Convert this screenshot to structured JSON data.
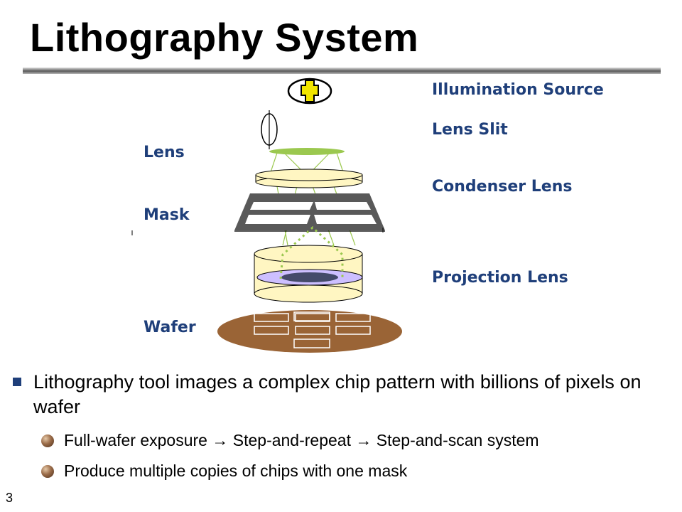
{
  "slide": {
    "title": "Lithography System",
    "page_number": "3"
  },
  "diagram": {
    "labels_right": {
      "illumination": "Illumination Source",
      "slit": "Lens Slit",
      "condenser": "Condenser Lens",
      "projection": "Projection Lens"
    },
    "labels_left": {
      "lens": "Lens",
      "mask": "Mask",
      "wafer": "Wafer"
    },
    "colors": {
      "label": "#1f3f7a",
      "slit_green": "#9bc84f",
      "lens_cream": "#fff6c2",
      "projection_lavender": "#cdbfff",
      "mask_gray": "#595959",
      "wafer_brown": "#9a6436",
      "dotted_green": "#9bc84f",
      "bulb_yellow": "#f2e600"
    }
  },
  "bullets": {
    "main": "Lithography tool images a complex chip pattern with billions of pixels on wafer",
    "sub": [
      "Full-wafer exposure → Step-and-repeat → Step-and-scan system",
      "Produce multiple copies of chips with one mask"
    ],
    "main_marker_color": "#1f3f7a",
    "sub_marker_icon": "brown-sphere-bullet-icon"
  }
}
